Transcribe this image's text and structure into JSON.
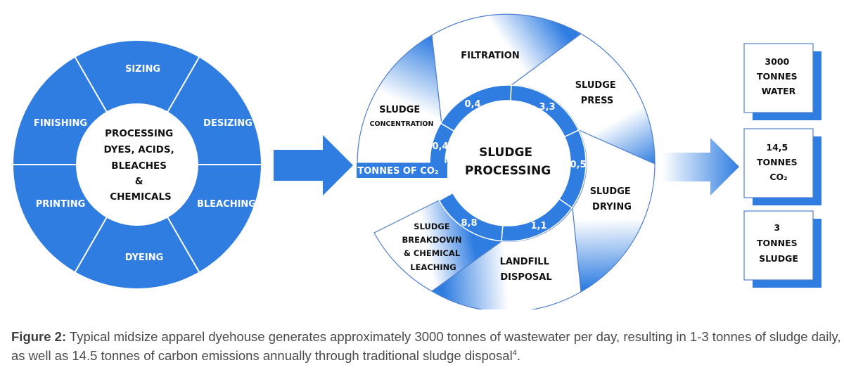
{
  "colors": {
    "blue": "#2f7de1",
    "outline": "#4f7fd0",
    "caption_text": "#4a4a4a",
    "label_dark": "#111111"
  },
  "processing_wheel": {
    "center_lines": [
      "PROCESSING",
      "DYES, ACIDS,",
      "BLEACHES",
      "&",
      "CHEMICALS"
    ],
    "segments": [
      "SIZING",
      "DESIZING",
      "BLEACHING",
      "DYEING",
      "PRINTING",
      "FINISHING"
    ]
  },
  "sludge_wheel": {
    "center_lines": [
      "SLUDGE",
      "PROCESSING"
    ],
    "unit_label": "TONNES OF CO₂",
    "ring_values": [
      "0,4",
      "0,4",
      "3,3",
      "0,5",
      "1,1",
      "8,8"
    ],
    "stages": [
      {
        "lines": [
          "SLUDGE",
          "CONCENTRATION"
        ]
      },
      {
        "lines": [
          "FILTRATION"
        ]
      },
      {
        "lines": [
          "SLUDGE",
          "PRESS"
        ]
      },
      {
        "lines": [
          "SLUDGE",
          "DRYING"
        ]
      },
      {
        "lines": [
          "LANDFILL",
          "DISPOSAL"
        ]
      },
      {
        "lines": [
          "SLUDGE",
          "BREAKDOWN",
          "& CHEMICAL",
          "LEACHING"
        ]
      }
    ]
  },
  "outputs": [
    {
      "lines": [
        "3000",
        "TONNES",
        "WATER"
      ]
    },
    {
      "lines": [
        "14,5",
        "TONNES",
        "CO₂"
      ]
    },
    {
      "lines": [
        "3",
        "TONNES",
        "SLUDGE"
      ]
    }
  ],
  "caption": {
    "label": "Figure 2:",
    "text": " Typical midsize apparel dyehouse generates approximately 3000 tonnes of wastewater per day, resulting in 1-3 tonnes of sludge daily, as well as 14.5 tonnes of carbon emissions annually through traditional sludge disposal",
    "footnote": "4",
    "end": "."
  }
}
